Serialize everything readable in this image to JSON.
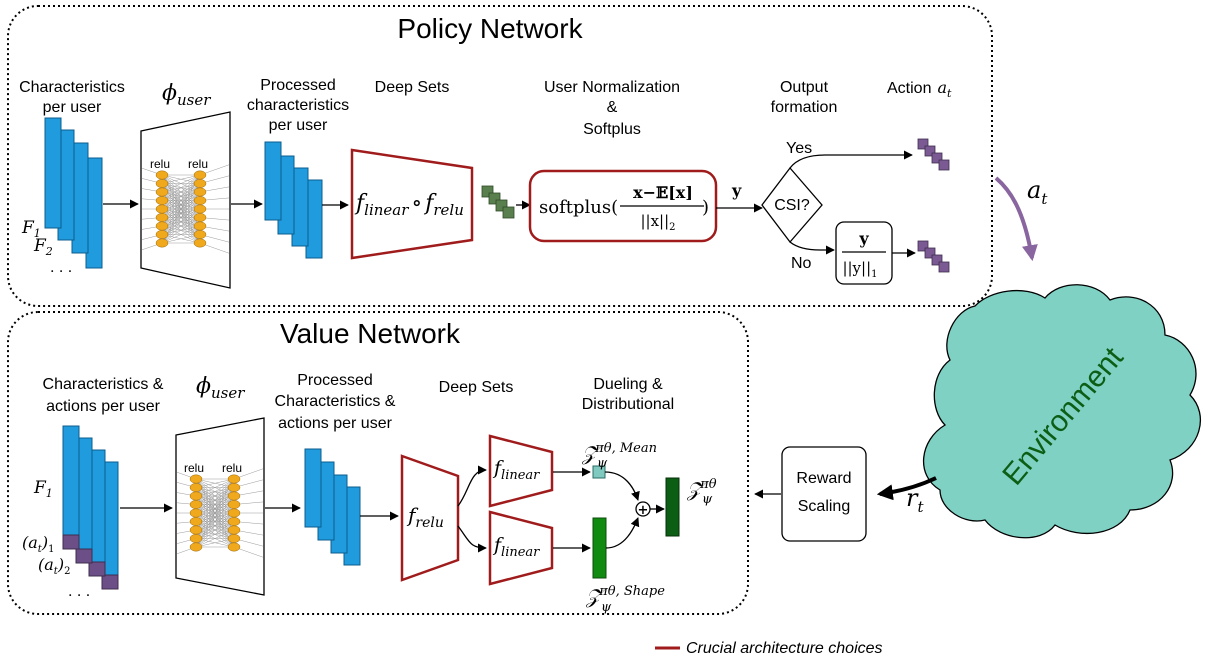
{
  "policy": {
    "title": "Policy Network",
    "labels": {
      "chars_l1": "Characteristics",
      "chars_l2": "per user",
      "phi": "ϕ",
      "phi_sub": "user",
      "proc_l1": "Processed",
      "proc_l2": "characteristics",
      "proc_l3": "per user",
      "deepsets": "Deep Sets",
      "norm_l1": "User Normalization",
      "norm_l2": "&",
      "norm_l3": "Softplus",
      "out_l1": "Output",
      "out_l2": "formation",
      "action": "Action",
      "action_sym": "a",
      "action_sub": "t",
      "relu1": "relu",
      "relu2": "relu",
      "f1": "F",
      "f1_sub": "1",
      "f2": "F",
      "f2_sub": "2",
      "dots": ". . .",
      "ds_f1": "f",
      "ds_f1_sub": "linear",
      "ds_op": "∘",
      "ds_f2": "f",
      "ds_f2_sub": "relu",
      "sp_prefix": "softplus(",
      "sp_num": "x−𝔼[x]",
      "sp_den": "||x||",
      "sp_den_sub": "2",
      "sp_suffix": ")",
      "y": "y",
      "csi": "CSI?",
      "yes": "Yes",
      "no": "No",
      "norm_num": "y",
      "norm_den": "||y||",
      "norm_den_sub": "1"
    }
  },
  "value": {
    "title": "Value Network",
    "labels": {
      "chars_l1": "Characteristics &",
      "chars_l2": "actions per user",
      "phi": "ϕ",
      "phi_sub": "user",
      "proc_l1": "Processed",
      "proc_l2": "Characteristics &",
      "proc_l3": "actions per user",
      "deepsets": "Deep Sets",
      "duel_l1": "Dueling &",
      "duel_l2": "Distributional",
      "relu1": "relu",
      "relu2": "relu",
      "f1": "F",
      "f1_sub": "1",
      "at1": "(a",
      "at1_sub": "t",
      "at1_post": ")",
      "at1_idx": "1",
      "at2": "(a",
      "at2_sub": "t",
      "at2_post": ")",
      "at2_idx": "2",
      "dots": ". . .",
      "frelu": "f",
      "frelu_sub": "relu",
      "flin1": "f",
      "flin1_sub": "linear",
      "flin2": "f",
      "flin2_sub": "linear",
      "z_mean": "𝒵",
      "z_mean_sub": "ψ",
      "z_mean_sup": "πθ, Mean",
      "z_shape": "𝒵",
      "z_shape_sub": "ψ",
      "z_shape_sup": "πθ, Shape",
      "z_out": "𝒵",
      "z_out_sub": "ψ",
      "z_out_sup": "πθ",
      "plus": "+"
    }
  },
  "environment": {
    "label": "Environment",
    "at": "a",
    "at_sub": "t",
    "rt": "r",
    "rt_sub": "t"
  },
  "reward": {
    "l1": "Reward",
    "l2": "Scaling"
  },
  "legend": {
    "text": "Crucial architecture choices"
  },
  "colors": {
    "blue": "#1f9bde",
    "crucial": "#a01c1c",
    "cloud": "#7fd1c3",
    "action_purple": "#7b5a93",
    "green_box": "#5a7f4e",
    "green_bar": "#118a11",
    "dark_green": "#0b5e14",
    "mean_box": "#7fc9c0",
    "arrow_purple": "#8a66a0",
    "neuron": "#f0a81c"
  }
}
